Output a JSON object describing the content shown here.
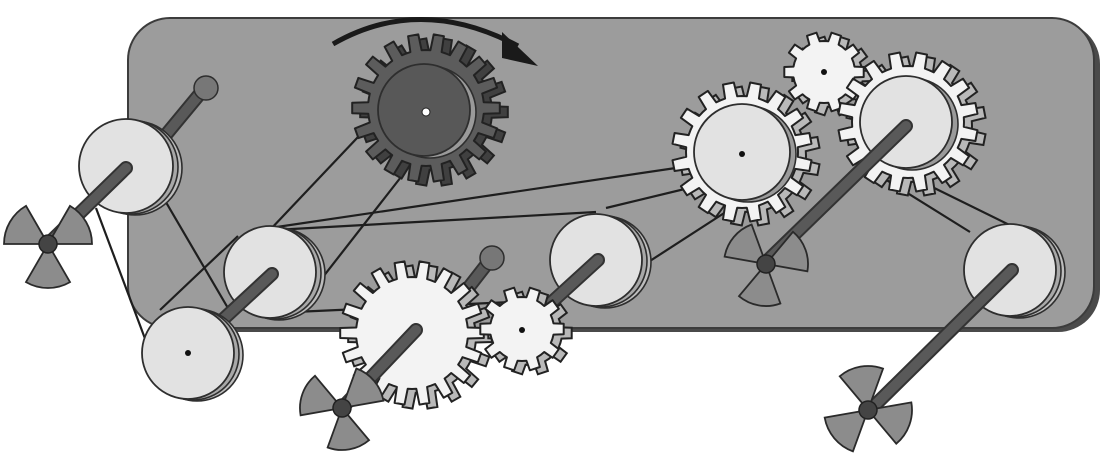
{
  "diagram": {
    "kind": "gear-and-pulley mechanism",
    "drive_direction": "clockwise",
    "colors": {
      "background": "#ffffff",
      "panel_fill": "#9c9c9c",
      "panel_stroke": "#3c3c3c",
      "wheel_light": "#e2e2e2",
      "wheel_rim": "#a8a8a8",
      "wheel_side": "#bdbdbd",
      "gear_white": "#f3f3f3",
      "gear_dark": "#5c5c5c",
      "gear_darker": "#404040",
      "shaft": "#595959",
      "fan_blade": "#8c8c8c",
      "belt": "#1e1e1e",
      "arrow": "#1a1a1a"
    },
    "components": [
      {
        "name": "drive-gear",
        "type": "gear",
        "color": "dark",
        "teeth": 18
      },
      {
        "name": "gear-middle-top",
        "type": "gear",
        "color": "light",
        "teeth": 16
      },
      {
        "name": "gear-small-top",
        "type": "gear",
        "color": "light",
        "teeth": 10
      },
      {
        "name": "gear-right-top",
        "type": "gear",
        "color": "light",
        "teeth": 16
      },
      {
        "name": "gear-bottom-large",
        "type": "gear",
        "color": "light",
        "teeth": 18
      },
      {
        "name": "gear-bottom-small",
        "type": "gear",
        "color": "light",
        "teeth": 10
      },
      {
        "name": "pulley-top-left",
        "type": "pulley"
      },
      {
        "name": "pulley-bottom-left",
        "type": "pulley"
      },
      {
        "name": "pulley-left-center",
        "type": "pulley"
      },
      {
        "name": "pulley-center",
        "type": "pulley"
      },
      {
        "name": "pulley-right",
        "type": "pulley"
      },
      {
        "name": "fan-left",
        "type": "fan"
      },
      {
        "name": "fan-bottom-middle",
        "type": "fan"
      },
      {
        "name": "fan-right-middle",
        "type": "fan"
      },
      {
        "name": "fan-bottom-right",
        "type": "fan"
      }
    ],
    "belts": [
      {
        "name": "belt-top-left-to-bottom-left"
      },
      {
        "name": "belt-bottom-left-to-left-center"
      },
      {
        "name": "belt-drive-gear-to-left-center"
      },
      {
        "name": "belt-left-center-to-middle-top"
      },
      {
        "name": "belt-left-center-to-center"
      },
      {
        "name": "belt-center-to-middle-top"
      },
      {
        "name": "belt-right-top-to-right"
      }
    ]
  }
}
